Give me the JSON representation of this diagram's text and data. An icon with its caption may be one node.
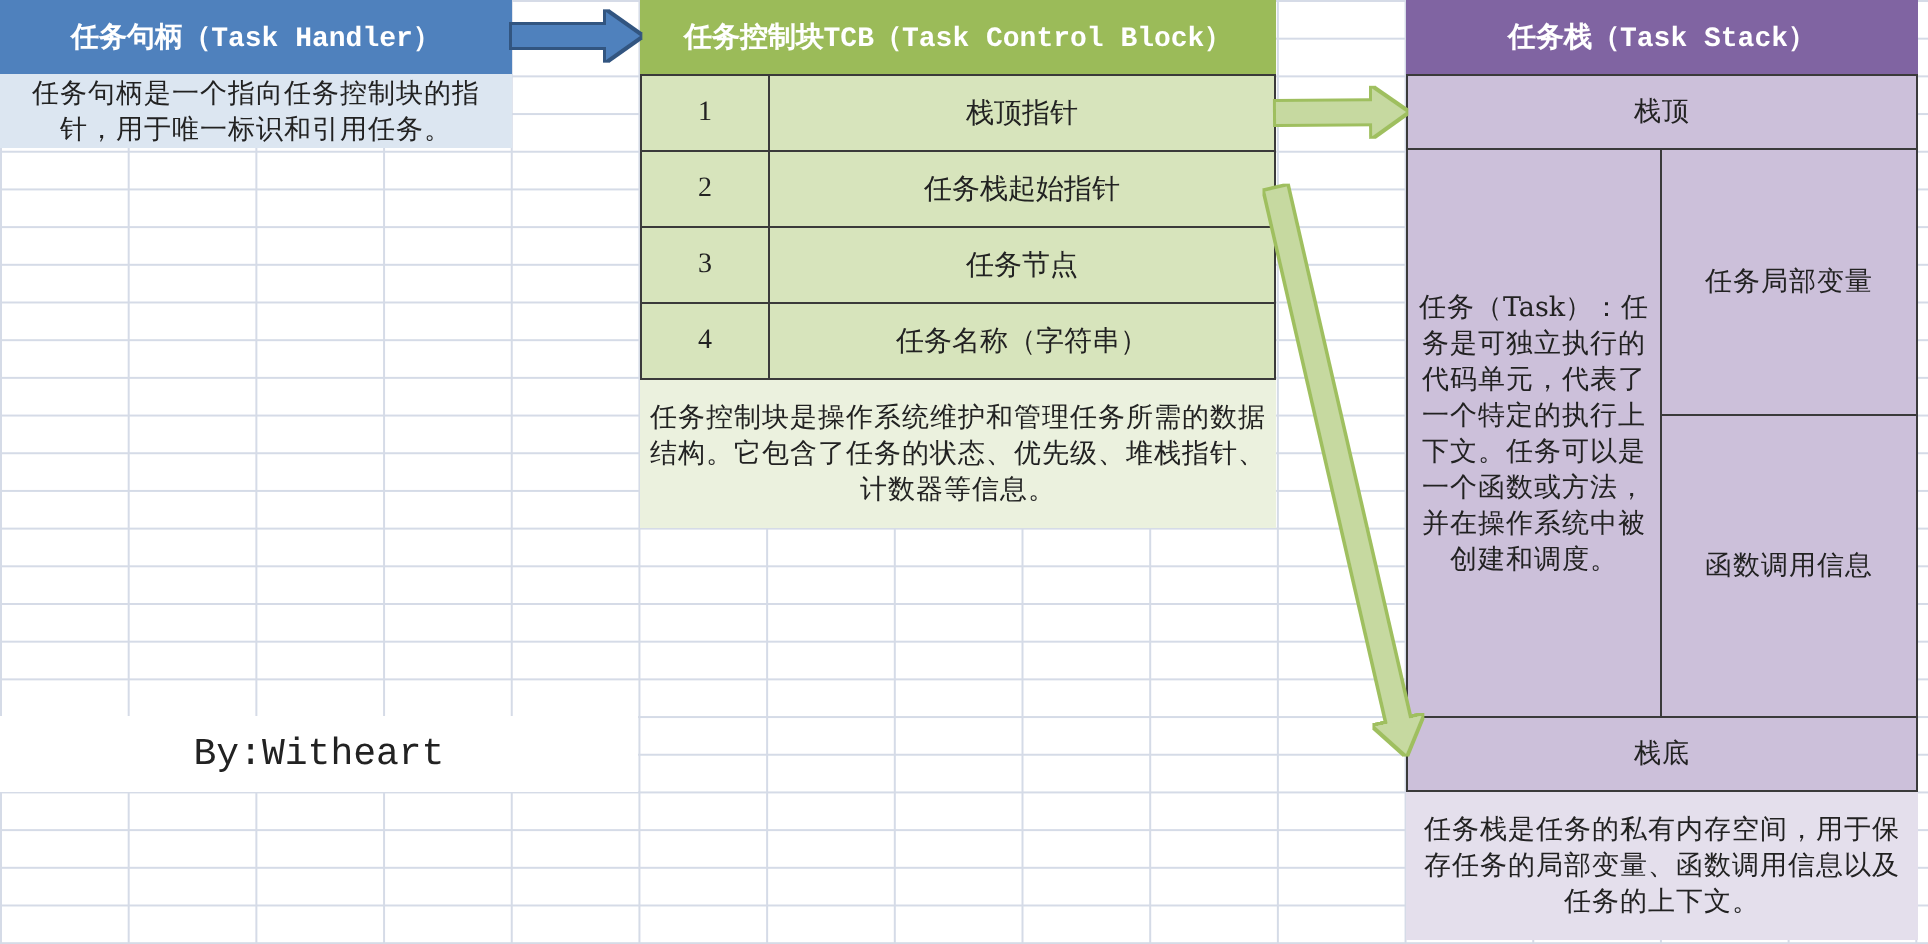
{
  "diagram": {
    "nodes": [
      {
        "text": [
          "任务句柄（Task Handler）",
          "任务句柄是一个指向任务控制块的指针，用于唯一标识和引用任务。"
        ]
      },
      {
        "text": [
          "任务控制块TCB（Task Control Block）",
          "任务控制块是操作系统维护和管理任务所需的数据结构。它包含了任务的状态、优先级、堆栈指针、计数器等信息。"
        ]
      },
      {
        "text": [
          "1",
          "栈顶指针"
        ],
        "in": 1
      },
      {
        "text": [
          "2",
          "任务栈起始指针"
        ],
        "in": 1
      },
      {
        "text": [
          "3",
          "任务节点"
        ],
        "in": 1
      },
      {
        "text": [
          "4",
          "任务名称（字符串）"
        ],
        "in": 1
      },
      {
        "text": [
          "任务栈（Task Stack）",
          "任务栈是任务的私有内存空间，用于保存任务的局部变量、函数调用信息以及任务的上下文。"
        ]
      },
      {
        "text": [
          "栈顶"
        ],
        "in": 6
      },
      {
        "text": [
          "任务（Task）：任务是可独立执行的代码单元，代表了一个特定的执行上下文。任务可以是一个函数或方法，并在操作系统中被创建和调度。"
        ],
        "in": 6
      },
      {
        "text": [
          "任务局部变量"
        ],
        "in": 6
      },
      {
        "text": [
          "函数调用信息"
        ],
        "in": 6
      },
      {
        "text": [
          "栈底"
        ],
        "in": 6
      }
    ],
    "edges": [
      {
        "from": 0,
        "to": 1,
        "arrow": "to",
        "color": "#4f81bd"
      },
      {
        "from": 2,
        "to": 7,
        "arrow": "to"
      },
      {
        "from": 3,
        "to": 11,
        "arrow": "to"
      }
    ],
    "labels": [
      "By:Witheart"
    ]
  }
}
